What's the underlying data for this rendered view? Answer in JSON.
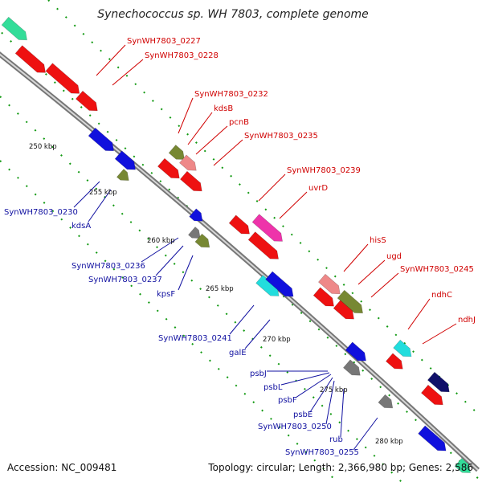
{
  "title": "Synechococcus sp. WH 7803, complete genome",
  "accession": "Accession: NC_009481",
  "topology": "Topology: circular; Length: 2,366,980 bp; Genes: 2,586",
  "colors": {
    "red": "#ee1111",
    "pink": "#ee8888",
    "blue": "#1010dd",
    "olive": "#778833",
    "cyan": "#22dddd",
    "magenta": "#ee33aa",
    "green": "#33dd99",
    "gray": "#777777",
    "navy": "#10106a",
    "label_red": "#d00000",
    "label_blue": "#1010a0",
    "tick_green": "#119911"
  },
  "kbp_marks": [
    "250 kbp",
    "255 kbp",
    "260 kbp",
    "265 kbp",
    "270 kbp",
    "275 kbp",
    "280 kbp"
  ],
  "outer_labels": [
    "SynWH7803_0227",
    "SynWH7803_0228",
    "SynWH7803_0232",
    "kdsB",
    "pcnB",
    "SynWH7803_0235",
    "SynWH7803_0239",
    "uvrD",
    "hisS",
    "ugd",
    "SynWH7803_0245",
    "ndhC",
    "ndhJ"
  ],
  "inner_labels": [
    "SynWH7803_0230",
    "kdsA",
    "SynWH7803_0236",
    "SynWH7803_0237",
    "kpsF",
    "SynWH7803_0241",
    "galE",
    "psbJ",
    "psbL",
    "psbF",
    "psbE",
    "SynWH7803_0250",
    "rub",
    "SynWH7803_0255"
  ]
}
